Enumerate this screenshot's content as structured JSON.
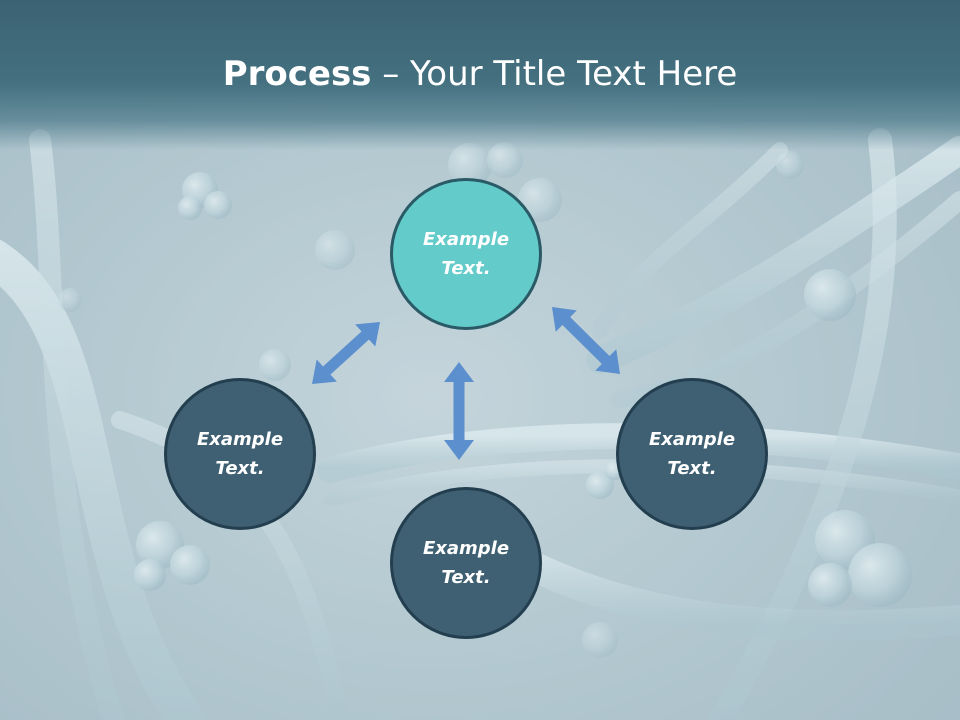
{
  "slide": {
    "title_strong": "Process",
    "title_rest": " – Your Title Text Here"
  },
  "nodes": [
    {
      "id": "top",
      "label": "Example\nText.",
      "color": "#63cbc9"
    },
    {
      "id": "left",
      "label": "Example\nText.",
      "color": "#3f6072"
    },
    {
      "id": "right",
      "label": "Example\nText.",
      "color": "#3f6072"
    },
    {
      "id": "bottom",
      "label": "Example\nText.",
      "color": "#3f6072"
    }
  ],
  "arrows": [
    {
      "from": "top",
      "to": "left",
      "style": "double-headed"
    },
    {
      "from": "top",
      "to": "right",
      "style": "double-headed"
    },
    {
      "from": "top",
      "to": "bottom",
      "style": "double-headed"
    }
  ],
  "colors": {
    "title_bar": "#3b6273",
    "arrow": "#5b8fce",
    "circle_border": "#233f4f"
  }
}
